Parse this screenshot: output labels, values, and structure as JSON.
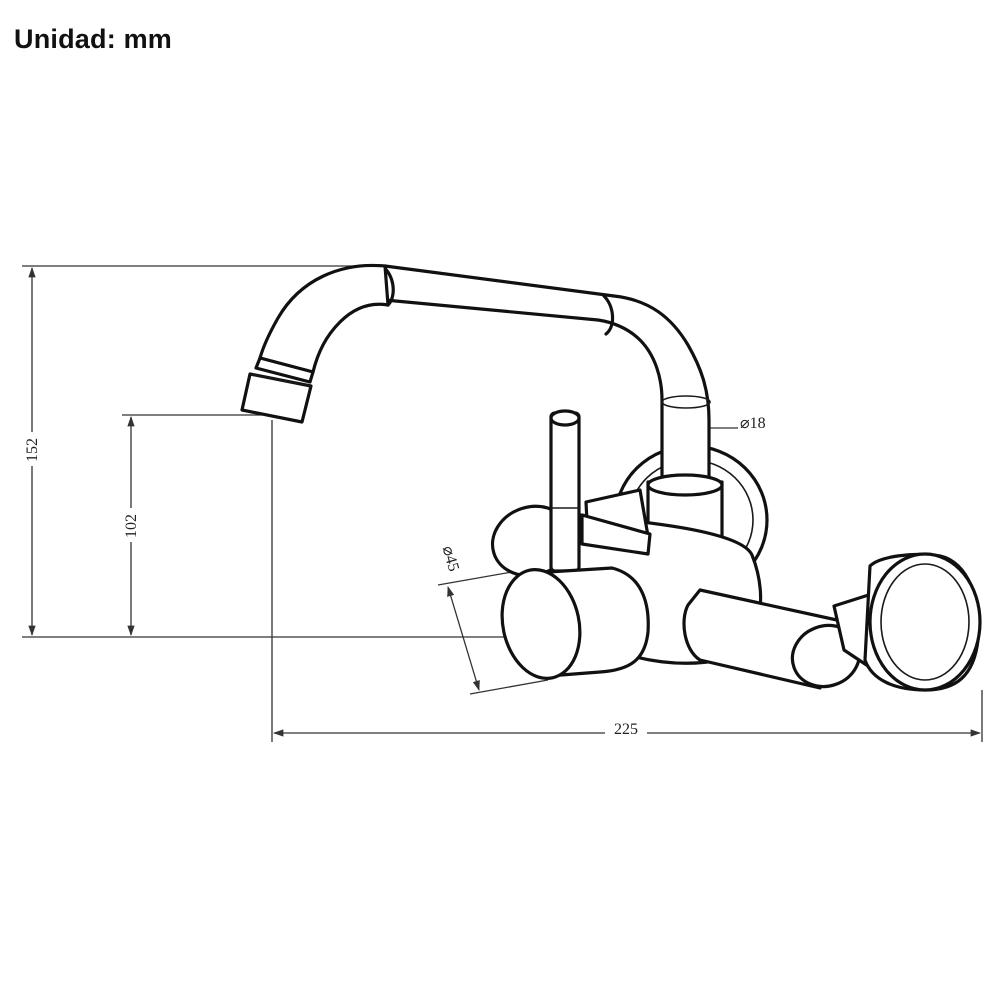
{
  "header": {
    "unit_label": "Unidad: mm"
  },
  "dimensions": {
    "total_height": "152",
    "spout_height": "102",
    "total_width": "225",
    "spout_diameter": "⌀18",
    "handle_diameter": "⌀45"
  }
}
